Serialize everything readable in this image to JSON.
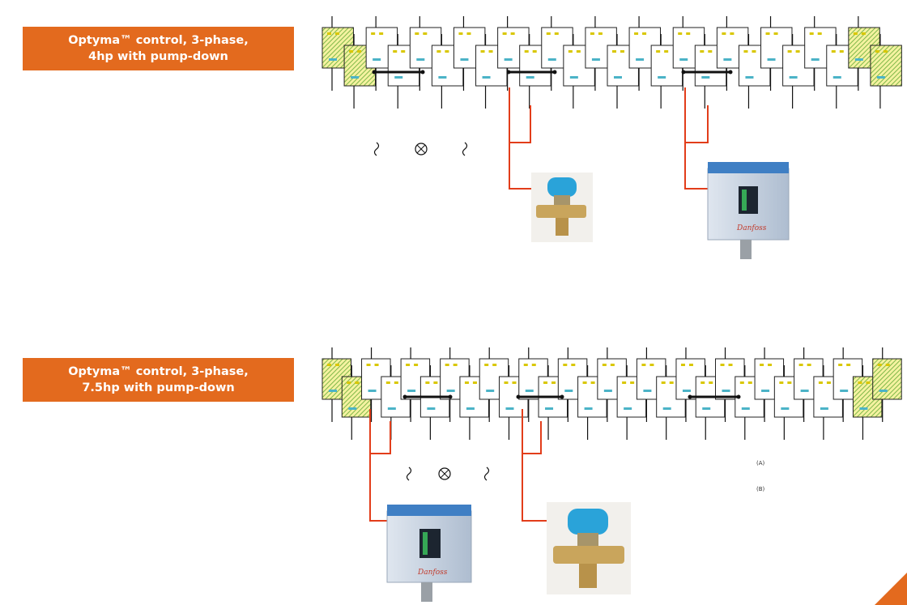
{
  "colors": {
    "banner": "#e36a1e",
    "wire": "#e23d1a",
    "terminal_text": "#4bb3c7",
    "terminal_top_text": "#d9c700",
    "hatch": "#8ec04a",
    "device_body": "#b9c6d6",
    "device_cap": "#3f7fc4",
    "coil": "#2aa3d9"
  },
  "sections": [
    {
      "id": "section-4hp",
      "banner_line1": "Optyma™ control, 3-phase,",
      "banner_line2": "4hp with pump-down",
      "devices": [
        {
          "type": "solenoid-valve",
          "icon": "solenoid-valve-photo"
        },
        {
          "type": "pressure-switch",
          "icon": "pressure-switch-photo",
          "brand": "Danfoss"
        }
      ]
    },
    {
      "id": "section-7-5hp",
      "banner_line1": "Optyma™ control, 3-phase,",
      "banner_line2": "7.5hp with pump-down",
      "labels": {
        "a": "(A)",
        "b": "(B)"
      },
      "devices": [
        {
          "type": "pressure-switch",
          "icon": "pressure-switch-photo",
          "brand": "Danfoss"
        },
        {
          "type": "solenoid-valve",
          "icon": "solenoid-valve-photo"
        }
      ]
    }
  ]
}
